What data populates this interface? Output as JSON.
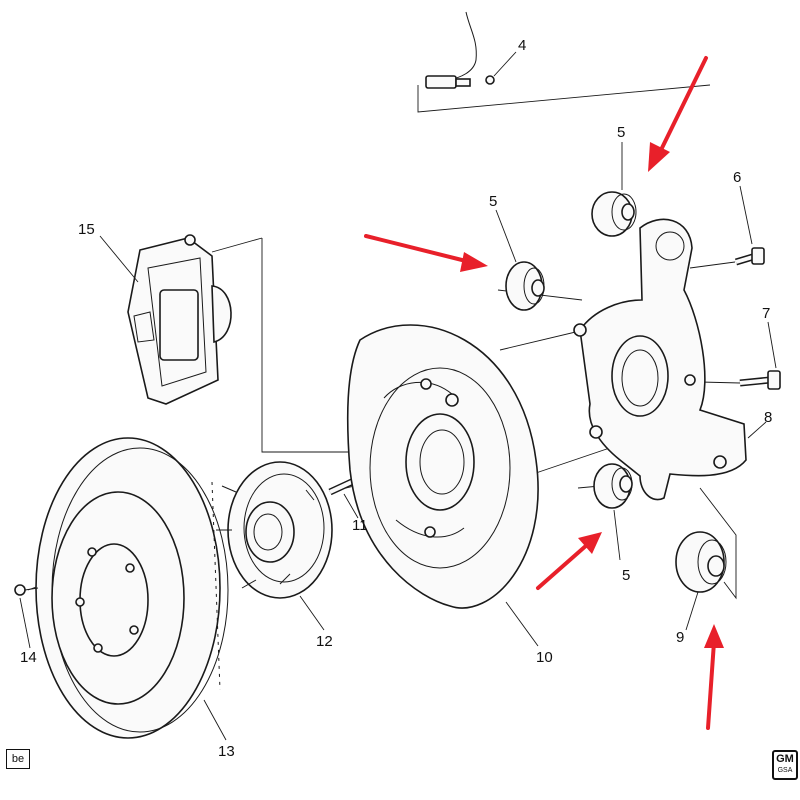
{
  "callouts": {
    "c4": "4",
    "c5_top": "5",
    "c5_left": "5",
    "c5_bottom": "5",
    "c6": "6",
    "c7": "7",
    "c8": "8",
    "c9": "9",
    "c10": "10",
    "c11": "11",
    "c12": "12",
    "c13": "13",
    "c14": "14",
    "c15": "15"
  },
  "corner_tag": "be",
  "logo": {
    "top": "GM",
    "bottom": "GSA"
  },
  "colors": {
    "arrow": "#e8202a",
    "line": "#1a1a1a"
  }
}
